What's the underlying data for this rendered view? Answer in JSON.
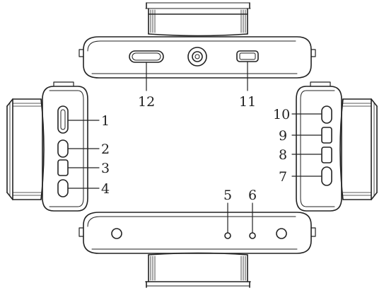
{
  "callouts": [
    {
      "id": "1",
      "label": "1"
    },
    {
      "id": "2",
      "label": "2"
    },
    {
      "id": "3",
      "label": "3"
    },
    {
      "id": "4",
      "label": "4"
    },
    {
      "id": "5",
      "label": "5"
    },
    {
      "id": "6",
      "label": "6"
    },
    {
      "id": "7",
      "label": "7"
    },
    {
      "id": "8",
      "label": "8"
    },
    {
      "id": "9",
      "label": "9"
    },
    {
      "id": "10",
      "label": "10"
    },
    {
      "id": "11",
      "label": "11"
    },
    {
      "id": "12",
      "label": "12"
    }
  ],
  "colors": {
    "stroke": "#222222",
    "background": "#ffffff"
  }
}
